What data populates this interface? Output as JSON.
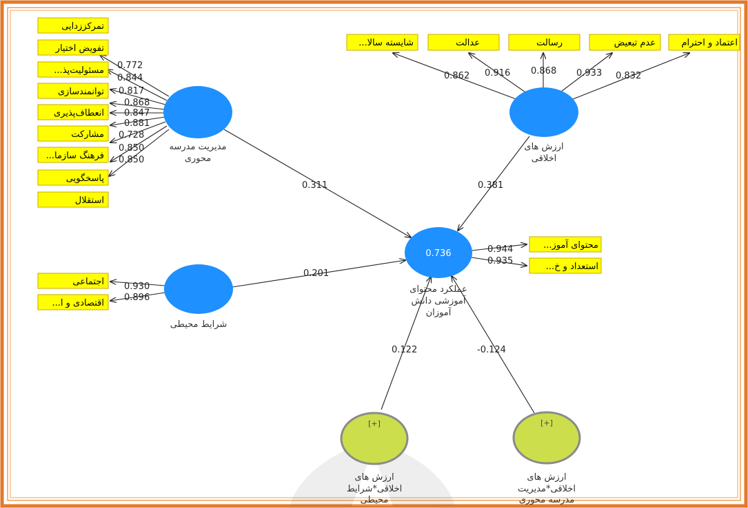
{
  "indicators": {
    "i1": "تمرکززدایی",
    "i2": "تفویض اختیار",
    "i3": "...مسئولیت‌پذ",
    "i4": "توانمندسازی",
    "i5": "انعطاف‌پذیری",
    "i6": "مشارکت",
    "i7": "...فرهنگ سازما",
    "i8": "پاسخگویی",
    "i9": "استقلال",
    "e1": "اجتماعی",
    "e2": "...اقتصادی و ا",
    "v1": "...شایسته سالا",
    "v2": "عدالت",
    "v3": "رسالت",
    "v4": "عدم تبعیض",
    "v5": "اعتماد و احترام",
    "o1": "...محتوای آموز",
    "o2": "...استعداد و خ"
  },
  "loadings": {
    "school": [
      "0.772",
      "0.844",
      "0.817",
      "0.868",
      "0.847",
      "0.881",
      "0.728",
      "0.850",
      "0.850"
    ],
    "env": [
      "0.930",
      "0.896"
    ],
    "values": [
      "0.862",
      "0.916",
      "0.868",
      "0.933",
      "0.832"
    ],
    "outcome": [
      "0.944",
      "0.935"
    ]
  },
  "paths": {
    "school_to_outcome": "0.311",
    "values_to_outcome": "0.381",
    "env_to_outcome": "0.201",
    "mod1_to_outcome": "0.122",
    "mod2_to_outcome": "-0.124"
  },
  "constructs": {
    "school_line1": "مدیریت مدرسه",
    "school_line2": "محوری",
    "values_line1": "ارزش های",
    "values_line2": "اخلاقی",
    "env_line1": "شرایط محیطی",
    "outcome_r2": "0.736",
    "outcome_line1": "عملکرد محتوای",
    "outcome_line2": "آموزشی دانش",
    "outcome_line3": "آموزان",
    "mod1_badge": "[+]",
    "mod1_line1": "ارزش های",
    "mod1_line2": "اخلاقی*شرایط",
    "mod1_line3": "محیطی",
    "mod2_badge": "[+]",
    "mod2_line1": "ارزش های",
    "mod2_line2": "اخلاقی*مدیریت",
    "mod2_line3": "مدرسه محوری"
  },
  "colors": {
    "border_outer": "#e07a2c",
    "border_inner": "#f0a050",
    "latent": "#1e90ff",
    "moderator": "#ccde4c",
    "indicator": "#ffff00"
  }
}
